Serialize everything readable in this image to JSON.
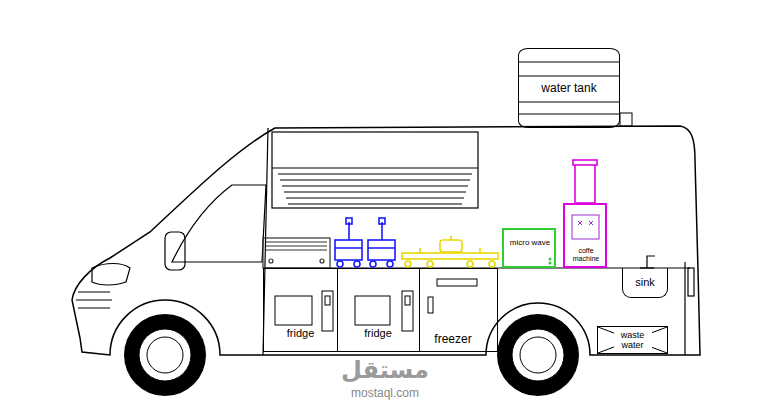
{
  "diagram": {
    "nodes": [
      {
        "text": [
          "water tank"
        ]
      },
      {
        "text": [
          "fridge"
        ]
      },
      {
        "text": [
          "fridge"
        ]
      },
      {
        "text": [
          "freezer"
        ]
      },
      {
        "text": [
          "micro wave"
        ]
      },
      {
        "text": [
          "coffe machine"
        ]
      },
      {
        "text": [
          "sink"
        ]
      },
      {
        "text": [
          "waste water"
        ]
      }
    ],
    "labels": [
      "مستقل",
      "mostaql.com"
    ]
  }
}
